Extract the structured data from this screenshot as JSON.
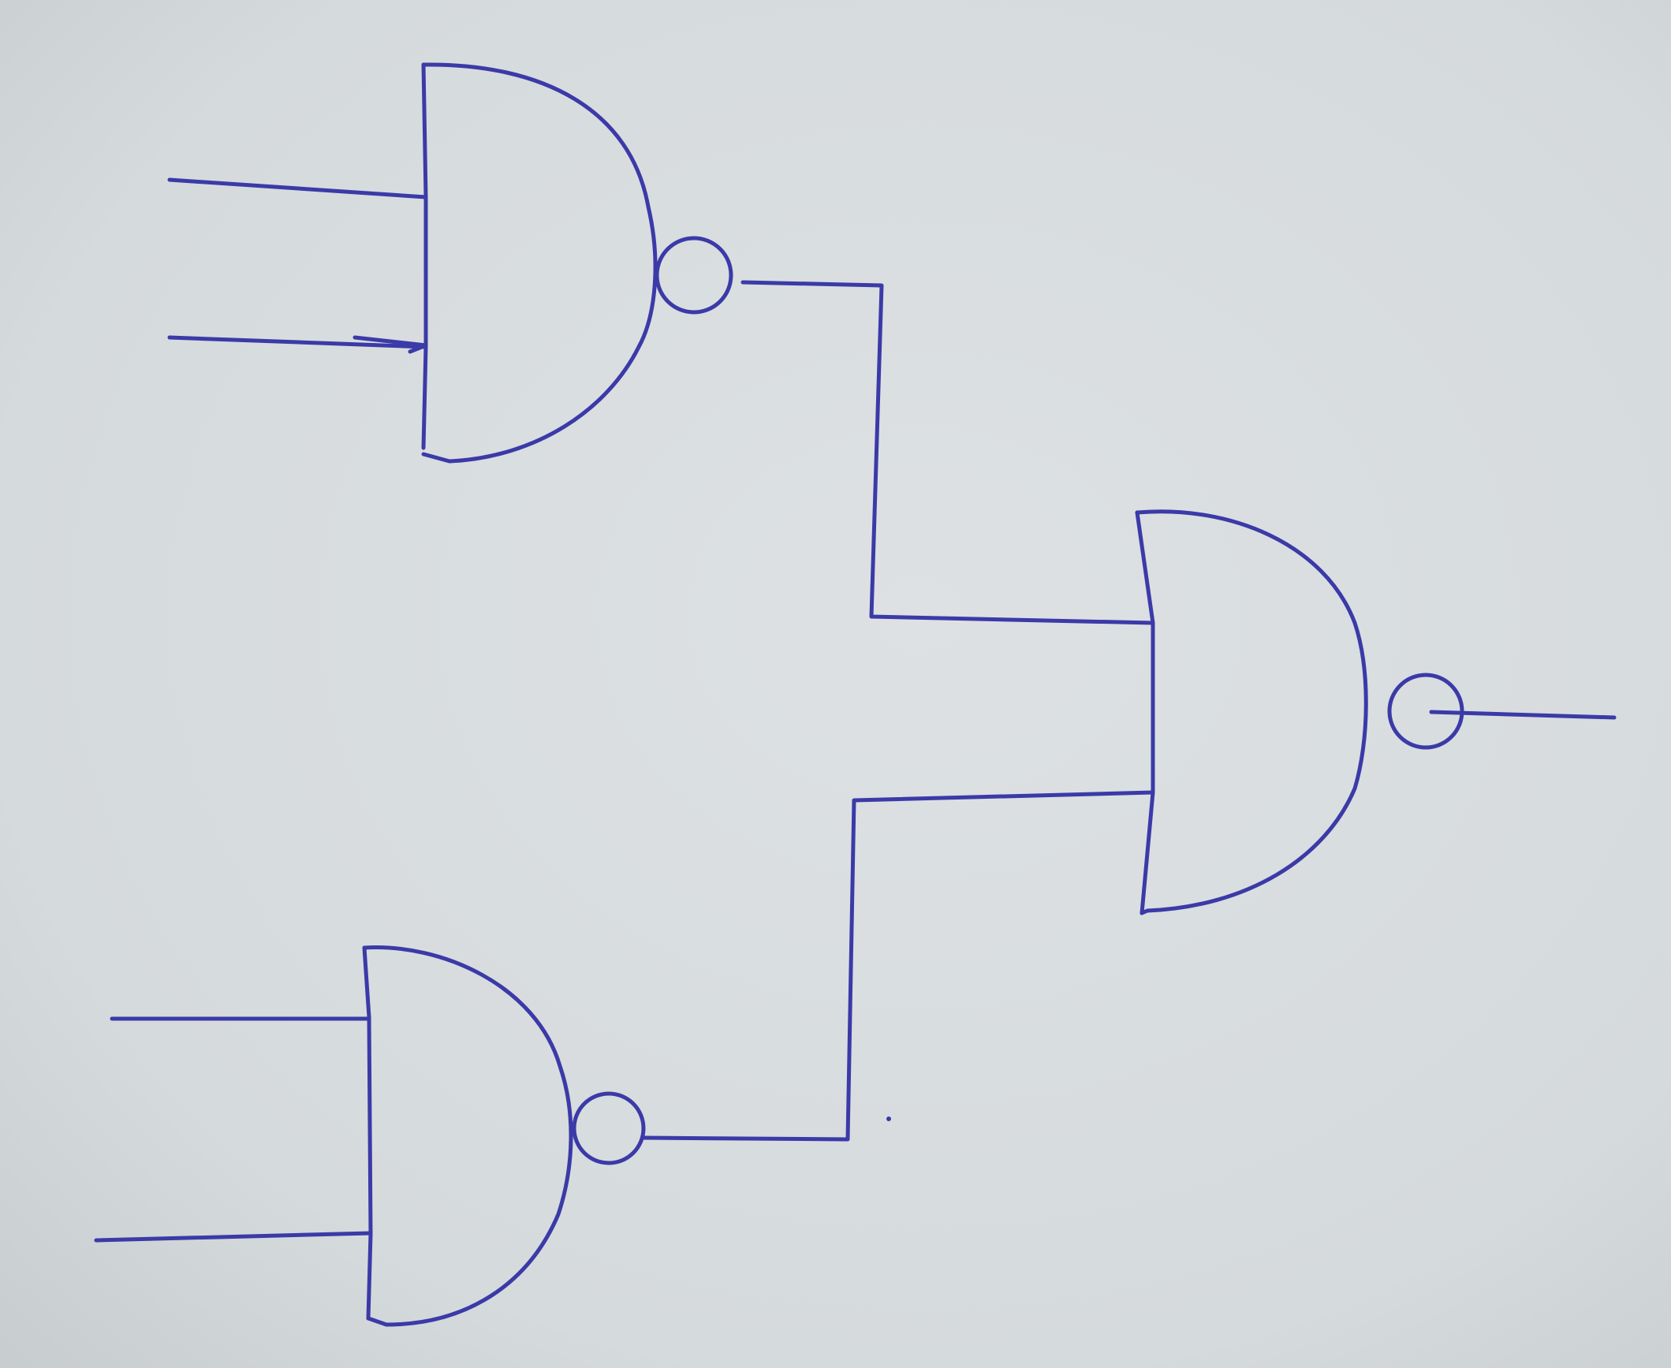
{
  "diagram": {
    "kind": "logic-circuit",
    "gate_type": "NAND",
    "gate_count": 3,
    "inputs_per_gate": 2,
    "ink_color": "#3b3aa8",
    "paper_color": "#d7dcde",
    "gates": [
      {
        "id": "nand-gate-top-left",
        "inputs": [
          "input-a",
          "input-b"
        ],
        "output": "wire-top-to-right"
      },
      {
        "id": "nand-gate-bottom-left",
        "inputs": [
          "input-c",
          "input-d"
        ],
        "output": "wire-bottom-to-right"
      },
      {
        "id": "nand-gate-right",
        "inputs": [
          "wire-top-to-right",
          "wire-bottom-to-right"
        ],
        "output": "output-y"
      }
    ]
  }
}
